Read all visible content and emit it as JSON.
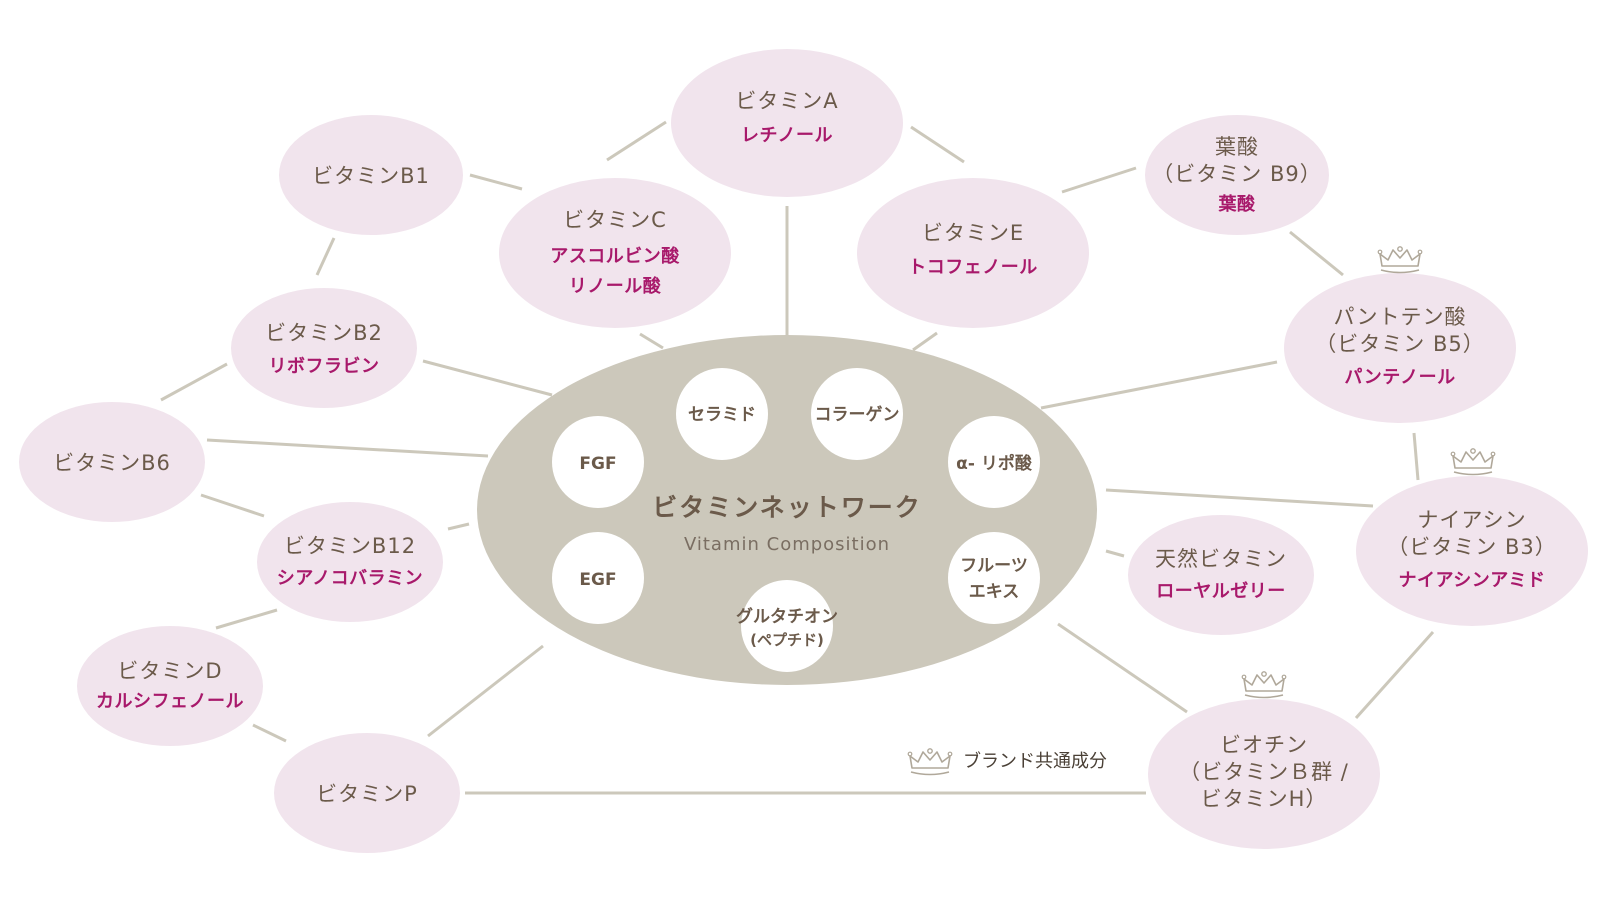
{
  "colors": {
    "node_fill": "#f1e4ed",
    "core_fill": "#ccc8bb",
    "line": "#ccc8bb",
    "main_text": "#6b5a4a",
    "sub_text": "#a8196b",
    "crown": "#b0a89a"
  },
  "core": {
    "title": "ビタミンネットワーク",
    "subtitle": "Vitamin Composition"
  },
  "inner": {
    "fgf": "FGF",
    "ceramide": "セラミド",
    "collagen": "コラーゲン",
    "lipoic": "α- リポ酸",
    "egf": "EGF",
    "glutathione": "グルタチオン",
    "glutathione_sub": "(ペプチド)",
    "fruit_1": "フルーツ",
    "fruit_2": "エキス"
  },
  "nodes": {
    "vit_a": {
      "name": "ビタミンA",
      "sub": "レチノール"
    },
    "vit_b1": {
      "name": "ビタミンB1"
    },
    "vit_c": {
      "name": "ビタミンC",
      "sub1": "アスコルビン酸",
      "sub2": "リノール酸"
    },
    "vit_e": {
      "name": "ビタミンE",
      "sub": "トコフェノール"
    },
    "folic": {
      "name1": "葉酸",
      "name2": "（ビタミン B9）",
      "sub": "葉酸"
    },
    "vit_b2": {
      "name": "ビタミンB2",
      "sub": "リボフラビン"
    },
    "panto": {
      "name1": "パントテン酸",
      "name2": "（ビタミン B5）",
      "sub": "パンテノール"
    },
    "vit_b6": {
      "name": "ビタミンB6"
    },
    "niacin": {
      "name1": "ナイアシン",
      "name2": "（ビタミン B3）",
      "sub": "ナイアシンアミド"
    },
    "vit_b12": {
      "name": "ビタミンB12",
      "sub": "シアノコバラミン"
    },
    "natural": {
      "name": "天然ビタミン",
      "sub": "ローヤルゼリー"
    },
    "vit_d": {
      "name": "ビタミンD",
      "sub": "カルシフェノール"
    },
    "vit_p": {
      "name": "ビタミンP"
    },
    "biotin": {
      "name1": "ビオチン",
      "name2": "（ビタミンＢ群 /",
      "name3": "ビタミンH）"
    }
  },
  "legend": {
    "label": "ブランド共通成分",
    "icon": "crown-icon"
  }
}
